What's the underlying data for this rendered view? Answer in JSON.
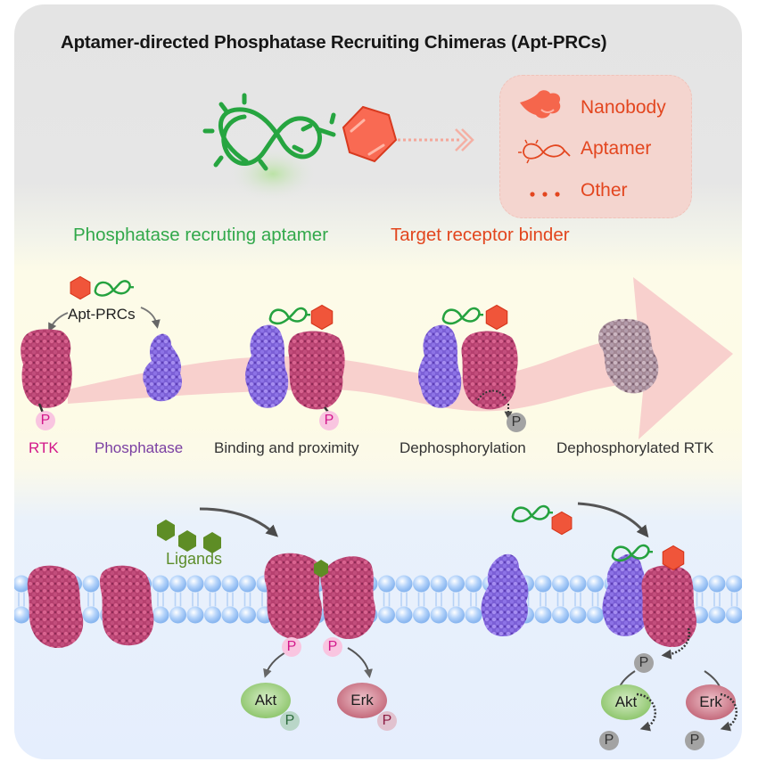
{
  "title": "Aptamer-directed Phosphatase Recruiting Chimeras (Apt-PRCs)",
  "legend": {
    "items": [
      {
        "icon": "nanobody-icon",
        "label": "Nanobody"
      },
      {
        "icon": "aptamer-icon",
        "label": "Aptamer"
      },
      {
        "icon": "ellipsis-icon",
        "label": "Other"
      }
    ]
  },
  "captions": {
    "phosphatase_aptamer": "Phosphatase recruting aptamer",
    "target_binder": "Target receptor binder"
  },
  "mechanism": {
    "chimera_label": "Apt-PRCs",
    "steps": [
      {
        "label": "RTK"
      },
      {
        "label": "Phosphatase"
      },
      {
        "label": "Binding and proximity"
      },
      {
        "label": "Dephosphorylation"
      },
      {
        "label": "Dephosphorylated RTK"
      }
    ],
    "phospho_symbol": "P"
  },
  "signaling": {
    "ligands_label": "Ligands",
    "kinases": [
      "Akt",
      "Erk"
    ],
    "phospho_symbol": "P"
  },
  "colors": {
    "aptamer_green": "#2aa845",
    "binder_red": "#f0553a",
    "rtk_magenta": "#b23a6a",
    "phosphatase_purple": "#7c63d6",
    "dephospho_grey": "#a58a9a",
    "ligand_green": "#5e8d25",
    "membrane_blue": "#9cc4f5",
    "phospho_pink": "#f9c5e0",
    "phospho_grey": "#a3a3a3",
    "akt_green": "#9ccf7e",
    "erk_red": "#c97384"
  }
}
